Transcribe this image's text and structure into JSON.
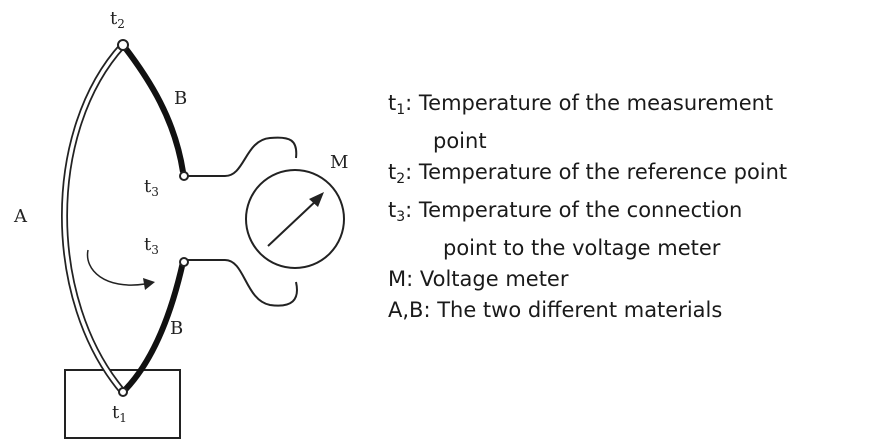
{
  "diagram": {
    "labels": {
      "t_top": {
        "base": "t",
        "sub": "2"
      },
      "t_upper": {
        "base": "t",
        "sub": "3"
      },
      "t_lower": {
        "base": "t",
        "sub": "3"
      },
      "t_bottom": {
        "base": "t",
        "sub": "1"
      },
      "a": "A",
      "b_upper": "B",
      "b_lower": "B",
      "m": "M"
    }
  },
  "legend": {
    "items": [
      {
        "sym": "t",
        "sub": "1",
        "text": ": Temperature of the measurement",
        "cont": "point"
      },
      {
        "sym": "t",
        "sub": "2",
        "text": ": Temperature of the reference point"
      },
      {
        "sym": "t",
        "sub": "3",
        "text": ": Temperature of the connection",
        "cont": "point to the voltage meter"
      },
      {
        "sym": "M",
        "text": ": Voltage meter"
      },
      {
        "sym": "A,B",
        "text": ": The two different materials"
      }
    ]
  }
}
